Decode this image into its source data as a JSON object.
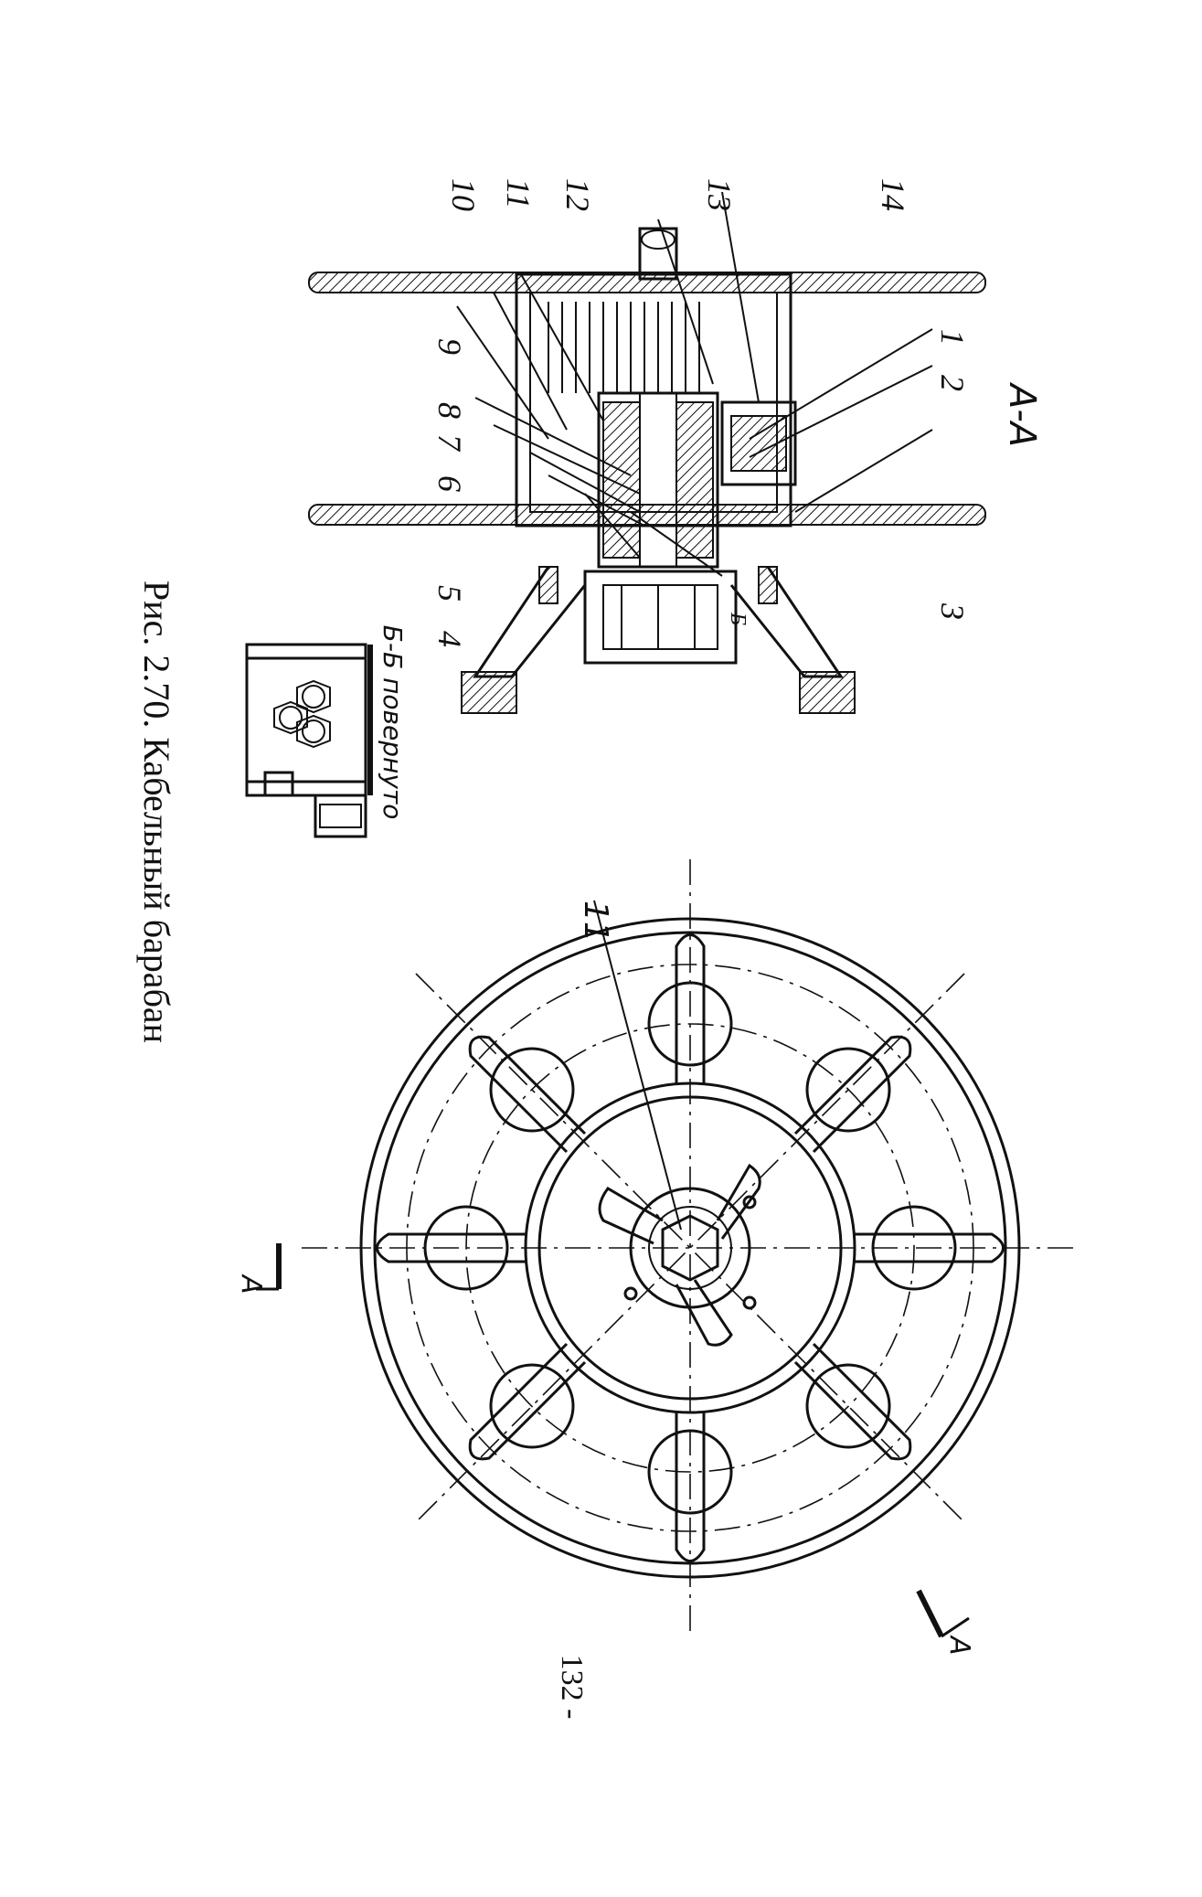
{
  "figure": {
    "caption": "Рис. 2.70.  Кабельный барабан"
  },
  "section_aa": {
    "title": "А-А",
    "callouts": [
      "1",
      "2",
      "3",
      "4",
      "5",
      "6",
      "7",
      "8",
      "9",
      "10",
      "11",
      "12",
      "13",
      "14"
    ],
    "mark_b": "Б"
  },
  "section_bb": {
    "title": "Б-Б повернуто"
  },
  "plan_view": {
    "callout": "11",
    "cut_mark": "А"
  },
  "page_number": "132 -"
}
